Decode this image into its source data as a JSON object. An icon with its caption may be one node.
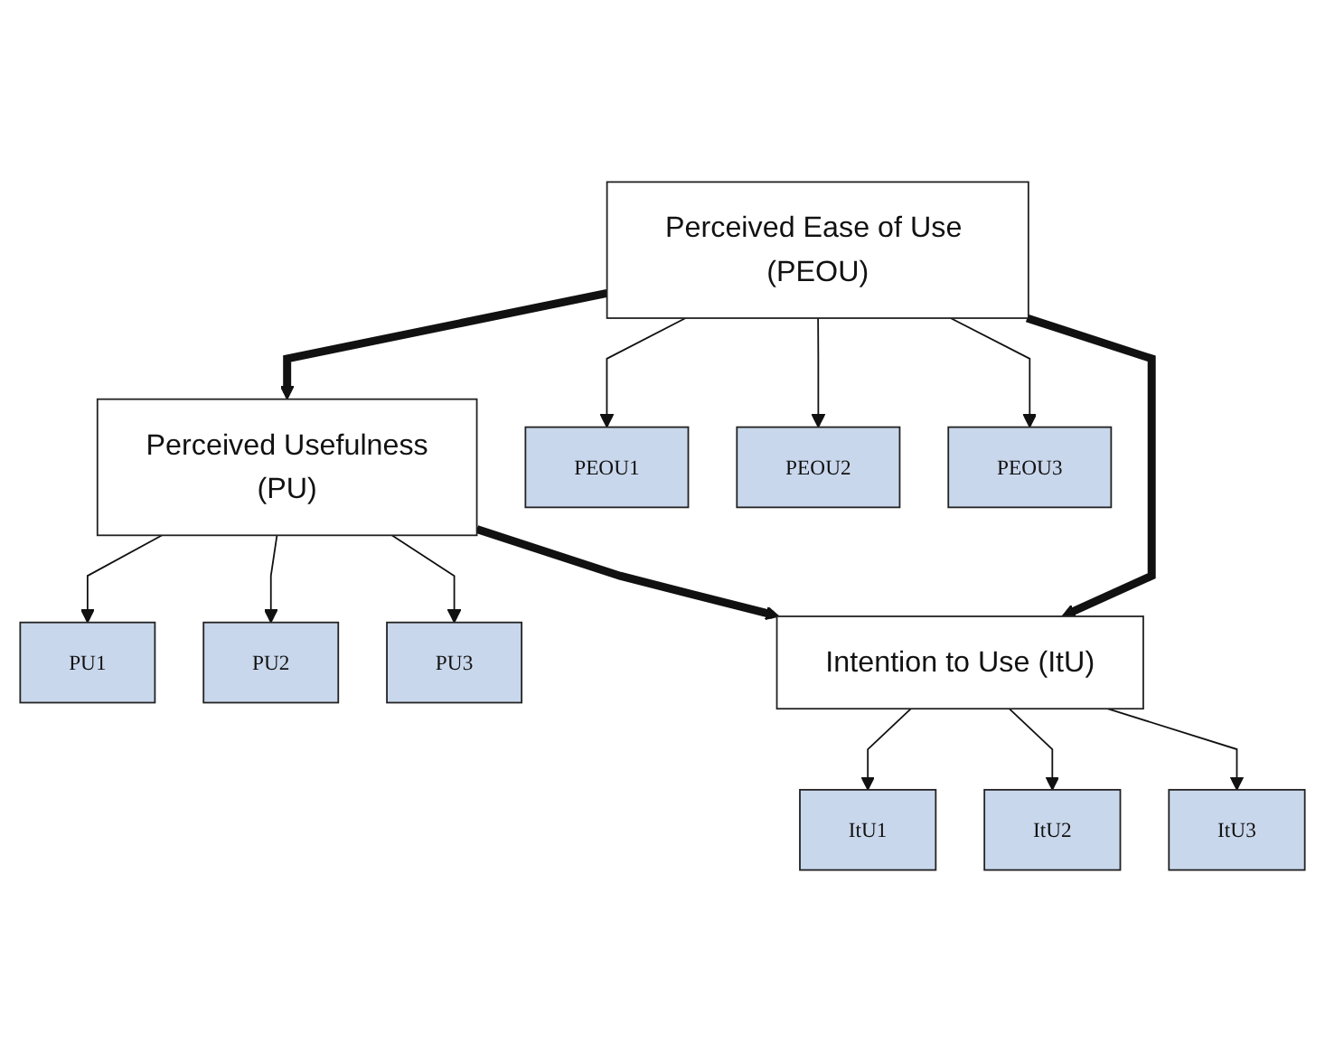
{
  "diagram": {
    "nodes": [
      {
        "text": [
          "PU1"
        ]
      },
      {
        "text": [
          "PU2"
        ]
      },
      {
        "text": [
          "PU3"
        ]
      },
      {
        "text": [
          "Perceived Usefulness",
          "(PU)"
        ]
      },
      {
        "text": [
          "Intention to Use (ItU)"
        ]
      },
      {
        "text": [
          "Perceived Ease of Use (PEOU)"
        ]
      },
      {
        "text": [
          "ItU1"
        ]
      },
      {
        "text": [
          "ItU2"
        ]
      },
      {
        "text": [
          "ItU3"
        ]
      },
      {
        "text": [
          "PEOU1"
        ]
      },
      {
        "text": [
          "PEOU2"
        ]
      },
      {
        "text": [
          "PEOU3"
        ]
      }
    ],
    "edges": [
      {
        "from": 3,
        "to": 0,
        "arrow": "to"
      },
      {
        "from": 3,
        "to": 1,
        "arrow": "to"
      },
      {
        "from": 3,
        "to": 2,
        "arrow": "to"
      },
      {
        "from": 3,
        "to": 4,
        "arrow": "to",
        "style": "thick"
      },
      {
        "from": 5,
        "to": 3,
        "arrow": "to",
        "style": "thick"
      },
      {
        "from": 5,
        "to": 4,
        "arrow": "to",
        "style": "thick"
      },
      {
        "from": 4,
        "to": 6,
        "arrow": "to"
      },
      {
        "from": 4,
        "to": 7,
        "arrow": "to"
      },
      {
        "from": 4,
        "to": 8,
        "arrow": "to"
      },
      {
        "from": 5,
        "to": 9,
        "arrow": "to"
      },
      {
        "from": 5,
        "to": 10,
        "arrow": "to"
      },
      {
        "from": 5,
        "to": 11,
        "arrow": "to"
      }
    ]
  }
}
